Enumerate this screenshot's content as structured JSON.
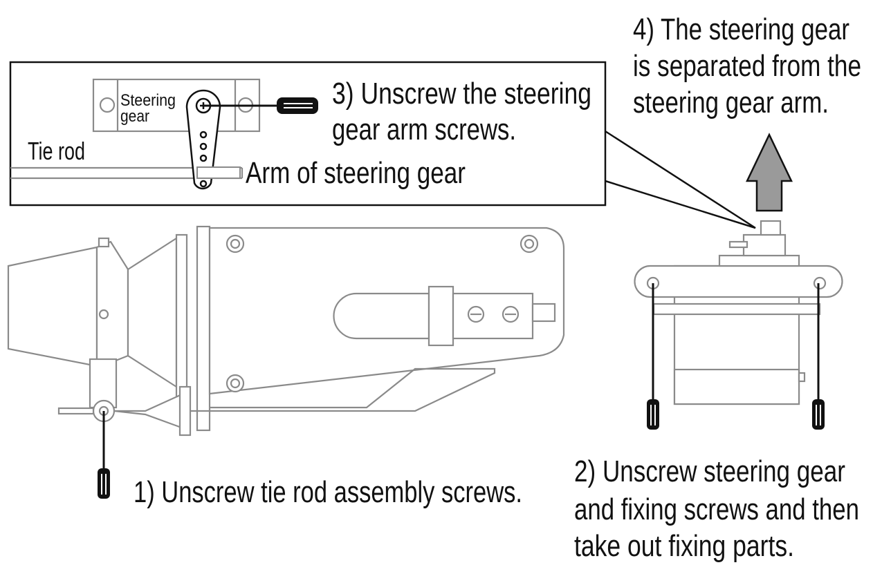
{
  "steps": {
    "step4": [
      "4) The steering gear",
      "is separated from the",
      "steering gear arm."
    ],
    "step3": [
      "3) Unscrew the steering",
      "gear arm screws."
    ],
    "step1": "1) Unscrew tie rod assembly screws.",
    "step2": [
      "2) Unscrew steering gear",
      "and fixing screws and then",
      "take out fixing parts."
    ]
  },
  "inset": {
    "steering_gear": [
      "Steering",
      "gear"
    ],
    "tie_rod": "Tie rod",
    "arm": "Arm of steering gear"
  },
  "colors": {
    "outline": "#8a8a8a",
    "arrow": "#9a9a9a",
    "ink": "#111111"
  }
}
